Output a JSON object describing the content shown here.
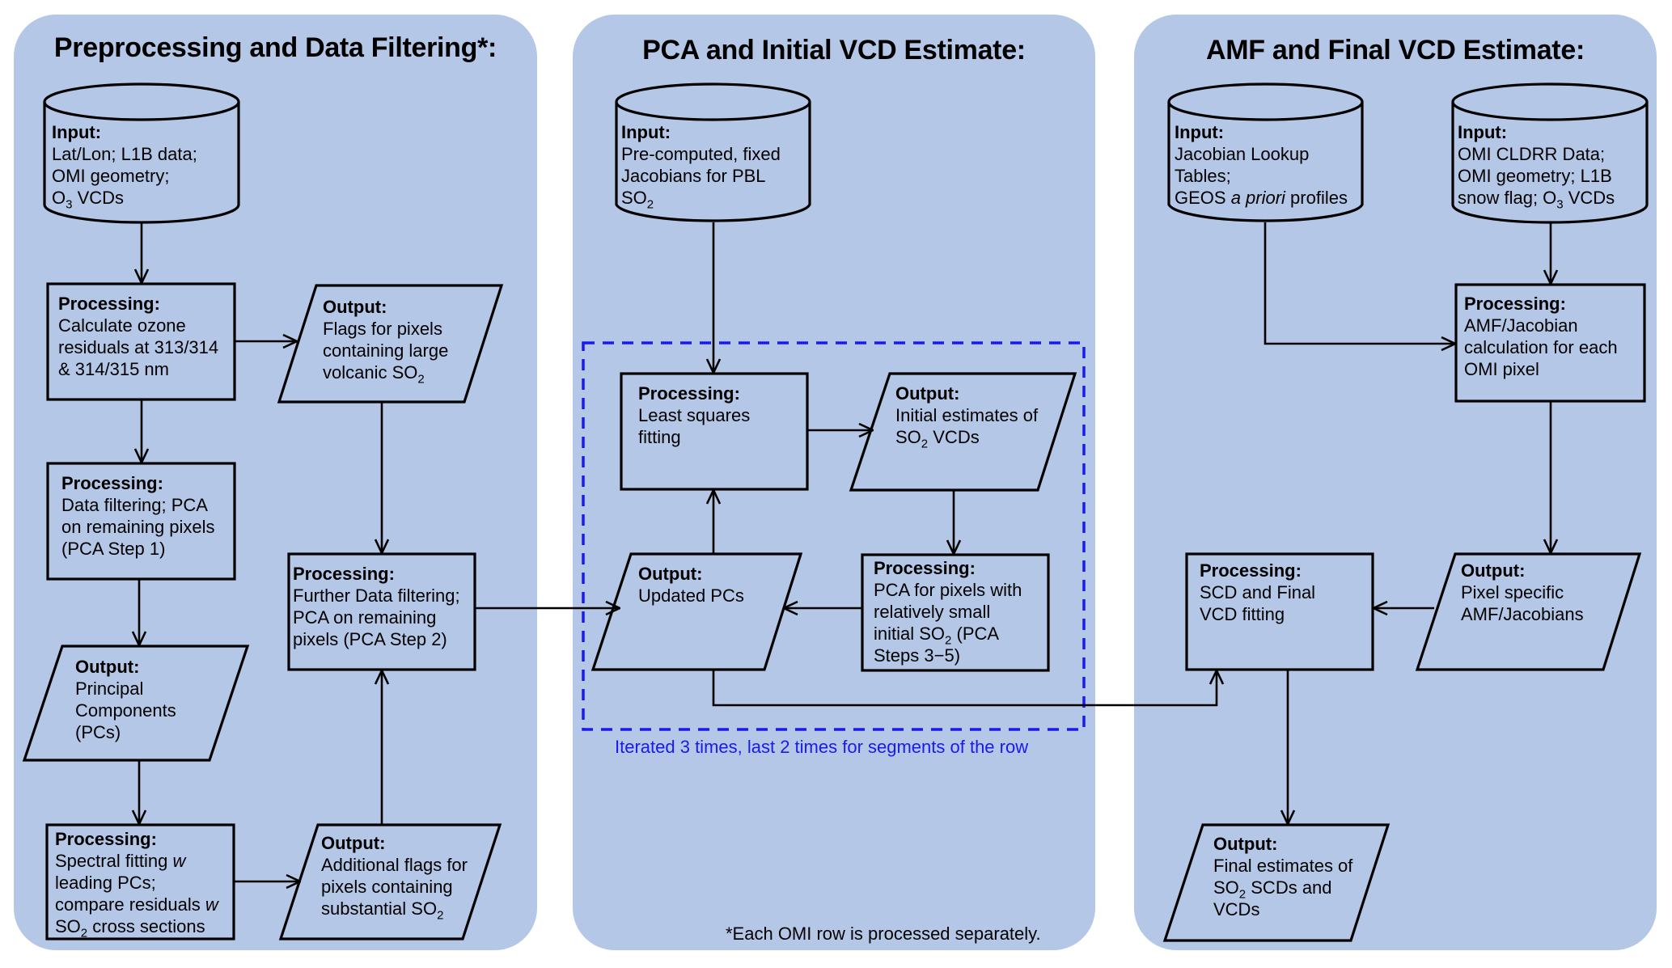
{
  "colors": {
    "panel": "#b4c7e7",
    "line": "#000000",
    "iteration_box": "#1a1aee"
  },
  "panels": {
    "preprocessing": {
      "title": "Preprocessing and Data Filtering*:"
    },
    "pca": {
      "title": "PCA and Initial VCD Estimate:"
    },
    "amf": {
      "title": "AMF and Final VCD Estimate:"
    }
  },
  "nodes": {
    "input_l1b": {
      "type": "input",
      "heading": "Input:",
      "lines": [
        "Lat/Lon; L1B data;",
        "OMI geometry;",
        "O{3} VCDs"
      ]
    },
    "proc_ozone": {
      "type": "processing",
      "heading": "Processing:",
      "lines": [
        "Calculate ozone",
        "residuals at 313/314",
        "& 314/315 nm"
      ]
    },
    "out_flags": {
      "type": "output",
      "heading": "Output:",
      "lines": [
        "Flags for pixels",
        "containing large",
        "volcanic SO{2}"
      ]
    },
    "proc_filter1": {
      "type": "processing",
      "heading": "Processing:",
      "lines": [
        "Data filtering; PCA",
        "on remaining pixels",
        "(PCA Step 1)"
      ]
    },
    "out_pcs": {
      "type": "output",
      "heading": "Output:",
      "lines": [
        "Principal",
        "Components",
        "(PCs)"
      ]
    },
    "proc_spectral": {
      "type": "processing",
      "heading": "Processing:",
      "lines": [
        "Spectral fitting [w]",
        "leading PCs;",
        "compare residuals [w]",
        "SO{2} cross sections"
      ]
    },
    "proc_filter2": {
      "type": "processing",
      "heading": "Processing:",
      "lines": [
        "Further Data filtering;",
        "PCA on remaining",
        "pixels (PCA Step 2)"
      ]
    },
    "out_addflags": {
      "type": "output",
      "heading": "Output:",
      "lines": [
        "Additional flags for",
        "pixels containing",
        "substantial SO{2}"
      ]
    },
    "input_jacobians": {
      "type": "input",
      "heading": "Input:",
      "lines": [
        "Pre-computed, fixed",
        "Jacobians for PBL",
        "SO{2}"
      ]
    },
    "proc_lsq": {
      "type": "processing",
      "heading": "Processing:",
      "lines": [
        "Least squares",
        "fitting"
      ]
    },
    "out_initial": {
      "type": "output",
      "heading": "Output:",
      "lines": [
        "Initial estimates of",
        "SO{2} VCDs"
      ]
    },
    "out_updated": {
      "type": "output",
      "heading": "Output:",
      "lines": [
        "Updated PCs"
      ]
    },
    "proc_pca35": {
      "type": "processing",
      "heading": "Processing:",
      "lines": [
        "PCA for pixels with",
        "relatively small",
        "initial SO{2}  (PCA",
        "Steps 3−5)"
      ]
    },
    "input_lookup": {
      "type": "input",
      "heading": "Input:",
      "lines": [
        "Jacobian Lookup",
        "Tables;",
        "GEOS [a priori] profiles"
      ]
    },
    "input_cldrr": {
      "type": "input",
      "heading": "Input:",
      "lines": [
        "OMI CLDRR Data;",
        "OMI geometry; L1B",
        "snow flag; O{3} VCDs"
      ]
    },
    "proc_amf": {
      "type": "processing",
      "heading": "Processing:",
      "lines": [
        "AMF/Jacobian",
        "calculation for each",
        "OMI pixel"
      ]
    },
    "out_pixel_amf": {
      "type": "output",
      "heading": "Output:",
      "lines": [
        "Pixel specific",
        "AMF/Jacobians"
      ]
    },
    "proc_scd": {
      "type": "processing",
      "heading": "Processing:",
      "lines": [
        "SCD and Final",
        "VCD fitting"
      ]
    },
    "out_final": {
      "type": "output",
      "heading": "Output:",
      "lines": [
        "Final estimates of",
        "SO{2} SCDs and",
        "VCDs"
      ]
    }
  },
  "iteration_note": "Iterated 3 times, last 2 times for segments of the row",
  "footnote": "*Each OMI row is processed separately."
}
